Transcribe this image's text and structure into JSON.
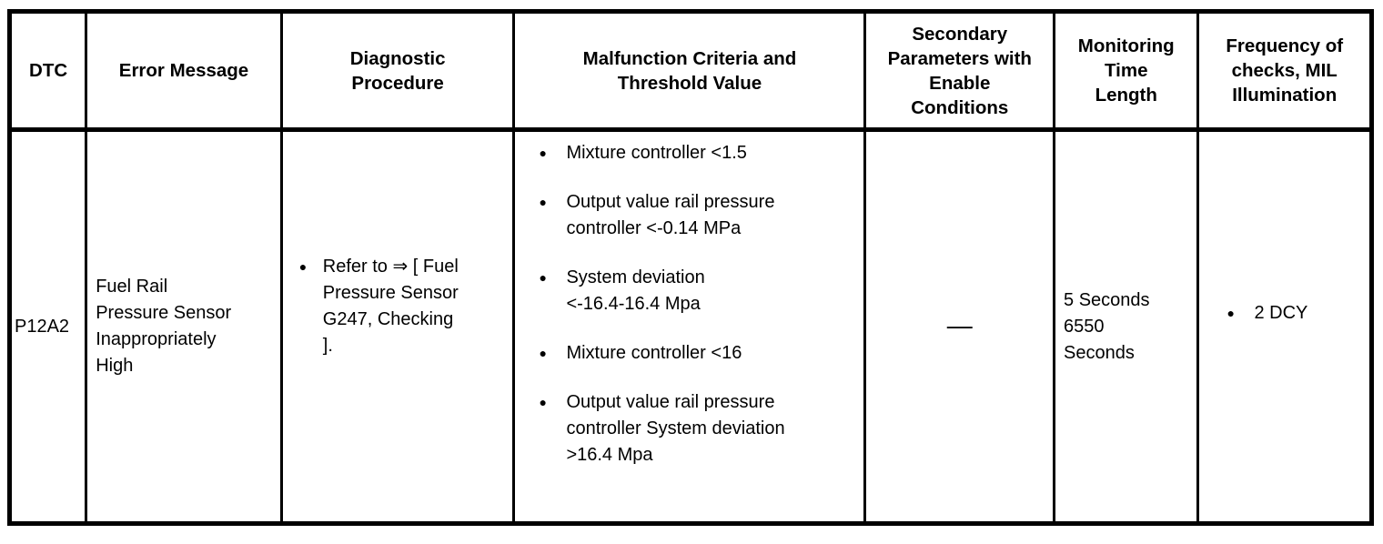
{
  "glyphs": {
    "bullet": "●",
    "no_data_dash": "—"
  },
  "table": {
    "header": {
      "dtc": "DTC",
      "error_message": "Error Message",
      "diagnostic_procedure": "Diagnostic\nProcedure",
      "malfunction_criteria": "Malfunction Criteria and\nThreshold Value",
      "secondary_parameters": "Secondary\nParameters with\nEnable\nConditions",
      "monitoring_time": "Monitoring\nTime\nLength",
      "frequency": "Frequency of\nchecks, MIL\nIllumination"
    },
    "rows": [
      {
        "dtc": "P12A2",
        "error_message": "Fuel Rail\nPressure Sensor\nInappropriately\nHigh",
        "diagnostic_procedure": [
          "Refer to ⇒ [ Fuel\nPressure Sensor\nG247, Checking\n]."
        ],
        "malfunction_criteria": [
          "Mixture controller <1.5",
          "Output value rail pressure\ncontroller <-0.14 MPa",
          "System deviation\n<-16.4-16.4 Mpa",
          "Mixture controller <16",
          "Output value rail pressure\ncontroller System deviation\n>16.4 Mpa"
        ],
        "secondary_parameters": "—",
        "monitoring_time": "5 Seconds\n6550\nSeconds",
        "frequency": [
          "2 DCY"
        ]
      }
    ]
  }
}
